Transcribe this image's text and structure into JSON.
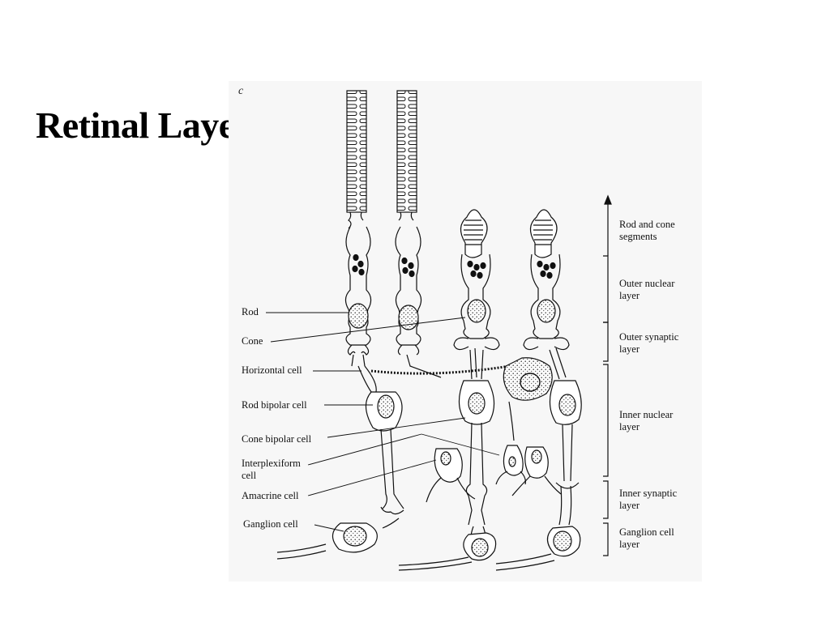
{
  "slide": {
    "title": "Retinal Layers:"
  },
  "figure": {
    "panel_letter": "c",
    "cell_labels": {
      "rod": "Rod",
      "cone": "Cone",
      "horizontal": "Horizontal cell",
      "rod_bipolar": "Rod bipolar cell",
      "cone_bipolar": "Cone bipolar cell",
      "interplexiform": "Interplexiform\ncell",
      "amacrine": "Amacrine cell",
      "ganglion": "Ganglion cell"
    },
    "layer_labels": {
      "segments": "Rod and cone\nsegments",
      "outer_nuclear": "Outer nuclear\nlayer",
      "outer_synaptic": "Outer synaptic\nlayer",
      "inner_nuclear": "Inner nuclear\nlayer",
      "inner_synaptic": "Inner synaptic\nlayer",
      "ganglion_layer": "Ganglion cell\nlayer"
    }
  }
}
